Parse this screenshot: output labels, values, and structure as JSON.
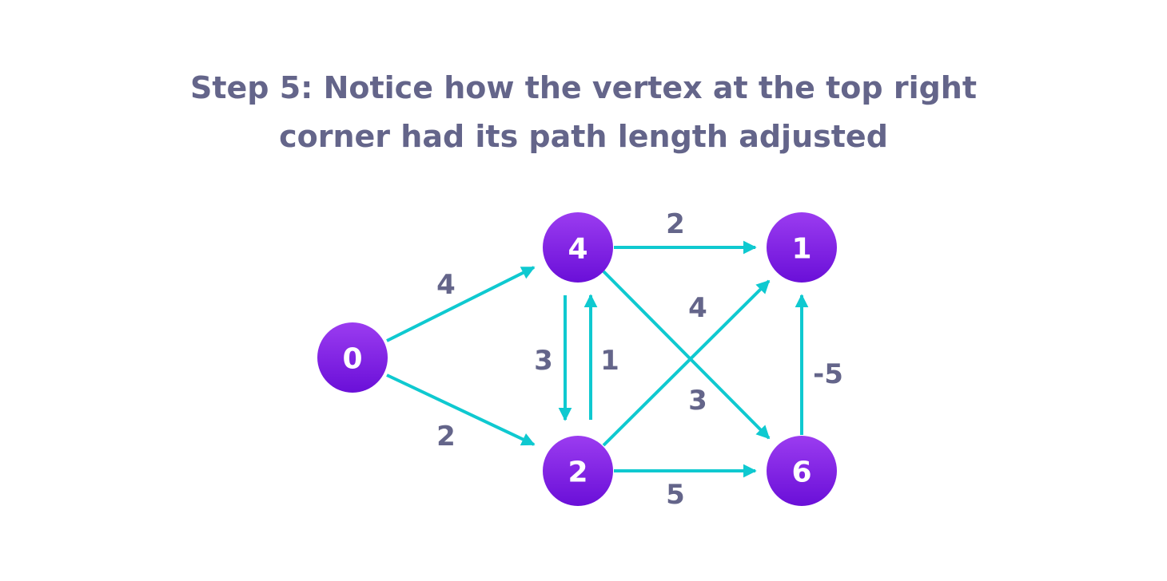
{
  "title": {
    "line1": "Step 5: Notice how the vertex at the top right",
    "line2": "corner had its path length adjusted"
  },
  "colors": {
    "text": "#64658a",
    "edge": "#0fc9d0",
    "node_top": "#9b3cf0",
    "node_bottom": "#6a0fd8"
  },
  "graph": {
    "nodes": [
      {
        "id": "n0",
        "label": "0"
      },
      {
        "id": "n4",
        "label": "4"
      },
      {
        "id": "n1",
        "label": "1"
      },
      {
        "id": "n2",
        "label": "2"
      },
      {
        "id": "n6",
        "label": "6"
      }
    ],
    "edges": [
      {
        "from": "n0",
        "to": "n4",
        "weight": "4"
      },
      {
        "from": "n0",
        "to": "n2",
        "weight": "2"
      },
      {
        "from": "n4",
        "to": "n2",
        "weight": "3"
      },
      {
        "from": "n2",
        "to": "n4",
        "weight": "1"
      },
      {
        "from": "n4",
        "to": "n1",
        "weight": "2"
      },
      {
        "from": "n2",
        "to": "n1",
        "weight": "4"
      },
      {
        "from": "n4",
        "to": "n6",
        "weight": "3"
      },
      {
        "from": "n2",
        "to": "n6",
        "weight": "5"
      },
      {
        "from": "n6",
        "to": "n1",
        "weight": "-5"
      }
    ]
  }
}
